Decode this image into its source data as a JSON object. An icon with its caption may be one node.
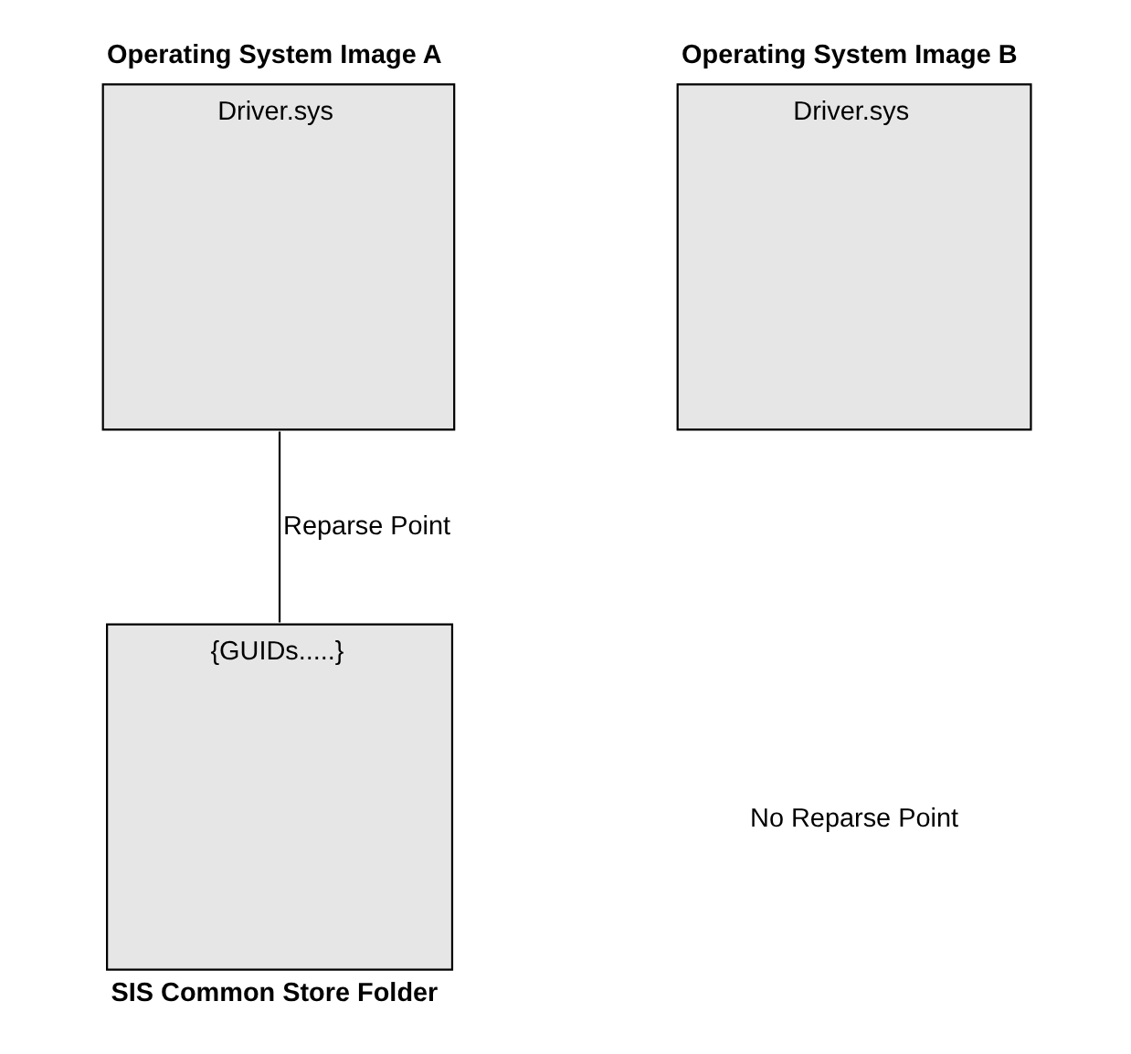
{
  "diagram": {
    "nodes": [
      {
        "text": [
          "Operating System Image A",
          "Driver.sys"
        ]
      },
      {
        "text": [
          "Operating System Image B",
          "Driver.sys"
        ]
      },
      {
        "text": [
          "{GUIDs.....}",
          "SIS Common Store Folder"
        ]
      }
    ],
    "edges": [
      {
        "from": 0,
        "to": 2,
        "arrow": "none",
        "label": "Reparse Point"
      }
    ],
    "labels": [
      "No Reparse Point"
    ]
  }
}
